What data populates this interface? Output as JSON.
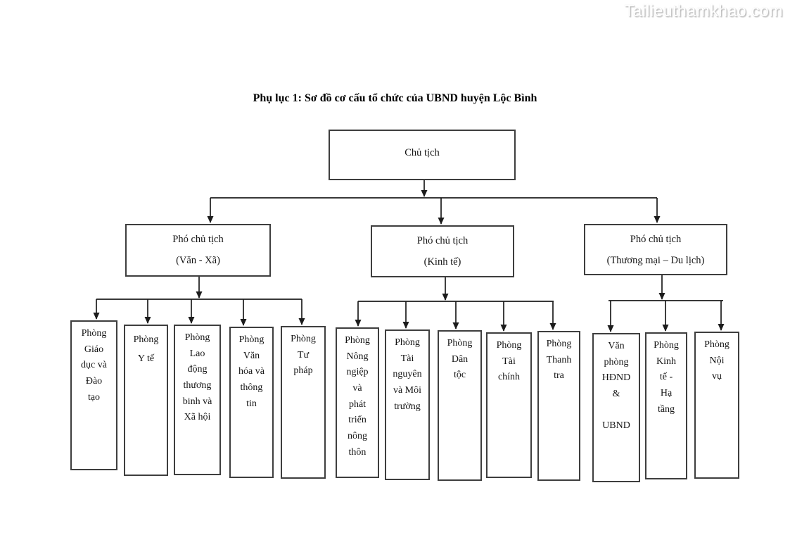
{
  "watermark": "Tailieuthamkhao.com",
  "title": "Phụ lục 1: Sơ đồ cơ cấu tổ chức của UBND huyện Lộc Bình",
  "chart": {
    "type": "org-chart",
    "root": {
      "label": "Chủ tịch"
    },
    "deputies": [
      {
        "title": "Phó chủ tịch",
        "subtitle": "(Văn - Xã)"
      },
      {
        "title": "Phó chủ tịch",
        "subtitle": "(Kinh tế)"
      },
      {
        "title": "Phó chủ tịch",
        "subtitle": "(Thương mại – Du lịch)"
      }
    ],
    "departments": [
      {
        "label": "Phòng\nGiáo\ndục và\nĐào\ntạo",
        "parent": "Phó chủ tịch (Văn - Xã)"
      },
      {
        "label": "Phòng\nY tế",
        "parent": "Phó chủ tịch (Văn - Xã)"
      },
      {
        "label": "Phòng\nLao\nđộng\nthương\nbinh và\nXã hội",
        "parent": "Phó chủ tịch (Văn - Xã)"
      },
      {
        "label": "Phòng\nVăn\nhóa và\nthông\ntin",
        "parent": "Phó chủ tịch (Văn - Xã)"
      },
      {
        "label": "Phòng\nTư\npháp",
        "parent": "Phó chủ tịch (Văn - Xã)"
      },
      {
        "label": "Phòng\nNông\nngiệp\nvà\nphát\ntriển\nnông\nthôn",
        "parent": "Phó chủ tịch (Kinh tế)"
      },
      {
        "label": "Phòng\nTài\nnguyên\nvà Môi\ntrường",
        "parent": "Phó chủ tịch (Kinh tế)"
      },
      {
        "label": "Phòng\nDân\ntộc",
        "parent": "Phó chủ tịch (Kinh tế)"
      },
      {
        "label": "Phòng\nTài\nchính",
        "parent": "Phó chủ tịch (Kinh tế)"
      },
      {
        "label": "Phòng\nThanh\ntra",
        "parent": "Phó chủ tịch (Kinh tế)"
      },
      {
        "label": "Văn\nphòng\nHĐND\n&\n\nUBND",
        "parent": "Phó chủ tịch (Thương mại – Du lịch)"
      },
      {
        "label": "Phòng\nKinh\ntế -\nHạ\ntầng",
        "parent": "Phó chủ tịch (Thương mại – Du lịch)"
      },
      {
        "label": "Phòng\nNội\nvụ",
        "parent": "Phó chủ tịch (Thương mại – Du lịch)"
      }
    ]
  },
  "colors": {
    "line": "#1c1c1c",
    "border": "#3e3e3e",
    "background": "#ffffff",
    "watermark": "#ffffff"
  }
}
